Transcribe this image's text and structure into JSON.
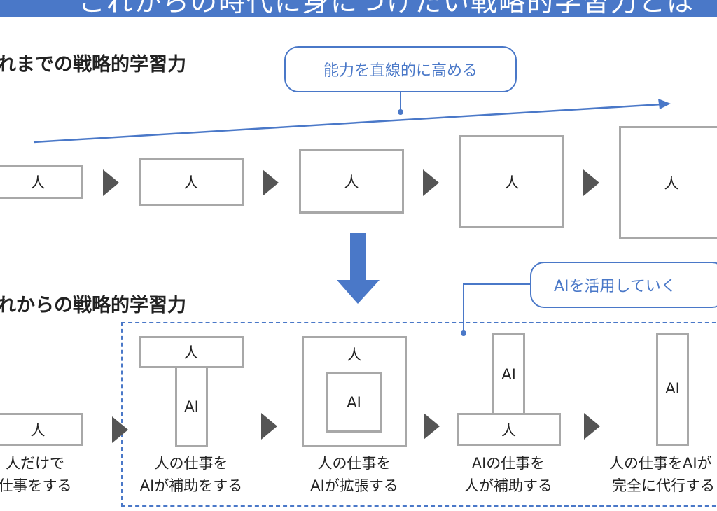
{
  "banner": {
    "title": "これからの時代に身につけたい戦略的学習力とは"
  },
  "colors": {
    "accent": "#4a78c8",
    "box_border": "#a8a8a8",
    "arrow": "#555555"
  },
  "past": {
    "heading": "れまでの戦略的学習力",
    "callout": "能力を直線的に高める",
    "boxes": [
      "人",
      "人",
      "人",
      "人",
      "人"
    ]
  },
  "future": {
    "heading": "れからの戦略的学習力",
    "callout": "AIを活用していく",
    "stages": [
      {
        "boxes": [
          "人"
        ],
        "caption": [
          "人だけで",
          "仕事をする"
        ]
      },
      {
        "boxes": [
          "人",
          "AI"
        ],
        "caption": [
          "人の仕事を",
          "AIが補助をする"
        ]
      },
      {
        "boxes": [
          "人",
          "AI"
        ],
        "caption": [
          "人の仕事を",
          "AIが拡張する"
        ]
      },
      {
        "boxes": [
          "AI",
          "人"
        ],
        "caption": [
          "AIの仕事を",
          "人が補助する"
        ]
      },
      {
        "boxes": [
          "AI"
        ],
        "caption": [
          "人の仕事をAIが",
          "完全に代行する"
        ]
      }
    ]
  }
}
